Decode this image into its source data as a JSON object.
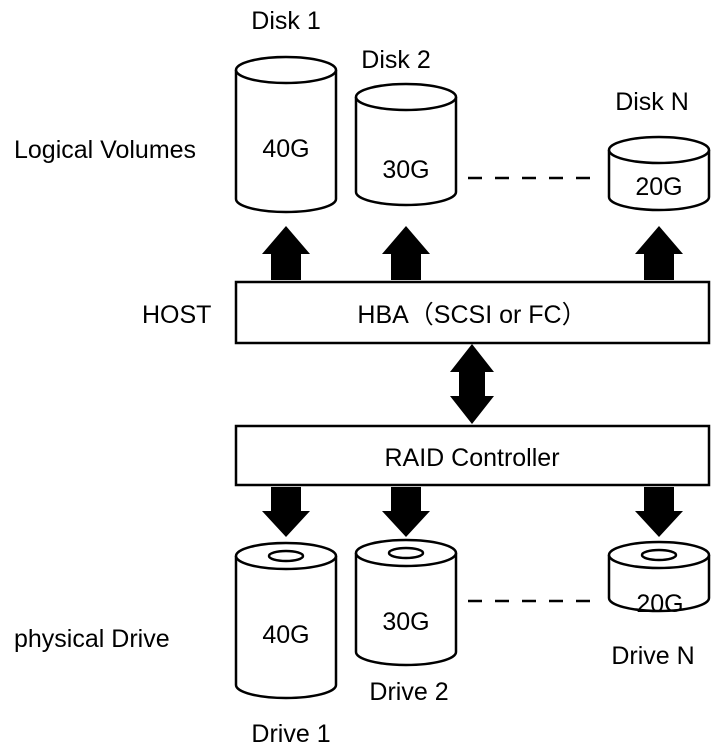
{
  "side_labels": {
    "logical_volumes": "Logical Volumes",
    "host": "HOST",
    "physical_drive": "physical Drive"
  },
  "bars": {
    "hba": "HBA（SCSI or FC）",
    "raid": "RAID Controller"
  },
  "disks": [
    {
      "name": "Disk 1",
      "size": "40G"
    },
    {
      "name": "Disk 2",
      "size": "30G"
    },
    {
      "name": "Disk N",
      "size": "20G"
    }
  ],
  "drives": [
    {
      "name": "Drive 1",
      "size": "40G"
    },
    {
      "name": "Drive 2",
      "size": "30G"
    },
    {
      "name": "Drive N",
      "size": "20G"
    }
  ]
}
